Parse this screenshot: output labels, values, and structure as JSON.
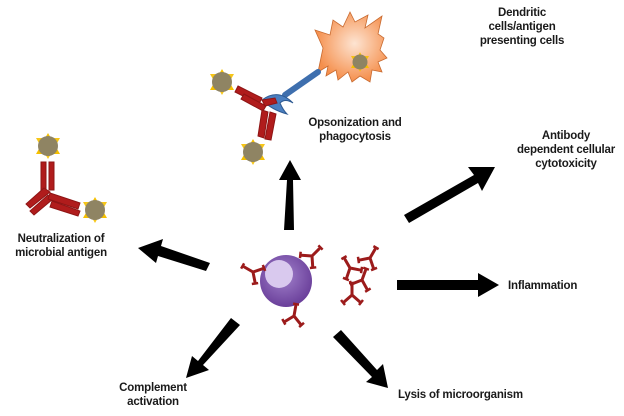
{
  "diagram": {
    "center": "B cell / plasma cell secreting antibodies",
    "labels": {
      "dendritic": [
        "Dendritic",
        "cells/antigen",
        "presenting cells"
      ],
      "opsonization": [
        "Opsonization and",
        "phagocytosis"
      ],
      "adcc": [
        "Antibody",
        "dependent cellular",
        "cytotoxicity"
      ],
      "neutralization": [
        "Neutralization of",
        "microbial antigen"
      ],
      "inflammation": [
        "Inflammation"
      ],
      "complement": [
        "Complement",
        "activation"
      ],
      "lysis": [
        "Lysis of microorganism"
      ]
    },
    "colors": {
      "antibody": "#b01c1c",
      "cell": "#7a4fa8",
      "nucleus": "#d9c9ee",
      "dendritic_cell": "#f79a5a",
      "receptor": "#4a7fc0",
      "antigen_core": "#8f8463",
      "antigen_edge": "#f5c000",
      "arrow": "#000000"
    }
  }
}
